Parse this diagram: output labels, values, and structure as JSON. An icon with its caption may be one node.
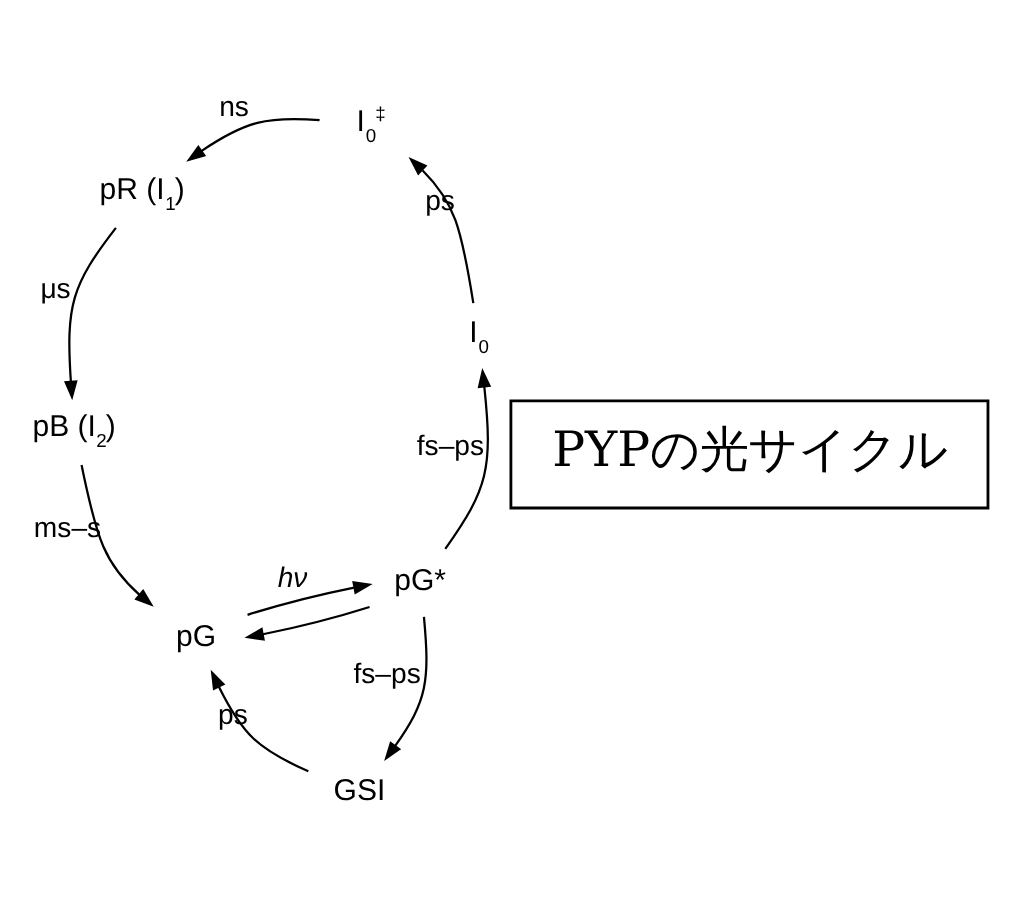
{
  "diagram": {
    "nodes": [
      {
        "text": [
          "pG"
        ]
      },
      {
        "text": [
          "pG*"
        ]
      },
      {
        "text": [
          "GSI"
        ]
      },
      {
        "text": [
          "I$_{0}$"
        ]
      },
      {
        "text": [
          "I$_{0}$$^{‡}$"
        ]
      },
      {
        "text": [
          "pR (I$_{1}$)"
        ]
      },
      {
        "text": [
          "pB (I$_{2}$)"
        ]
      },
      {
        "text": [
          "PYPの光サイクル"
        ]
      }
    ],
    "edges": [
      {
        "from": 0,
        "to": 1,
        "arrow": "to",
        "label": "hν"
      },
      {
        "from": 1,
        "to": 0,
        "arrow": "to"
      },
      {
        "from": 1,
        "to": 2,
        "arrow": "to",
        "label": "fs–ps"
      },
      {
        "from": 2,
        "to": 0,
        "arrow": "to",
        "label": "ps"
      },
      {
        "from": 1,
        "to": 3,
        "arrow": "to",
        "label": "fs–ps"
      },
      {
        "from": 3,
        "to": 4,
        "arrow": "to",
        "label": "ps"
      },
      {
        "from": 4,
        "to": 5,
        "arrow": "to",
        "label": "ns"
      },
      {
        "from": 5,
        "to": 6,
        "arrow": "to",
        "label": "μs"
      },
      {
        "from": 6,
        "to": 0,
        "arrow": "to",
        "label": "ms–s"
      }
    ]
  }
}
